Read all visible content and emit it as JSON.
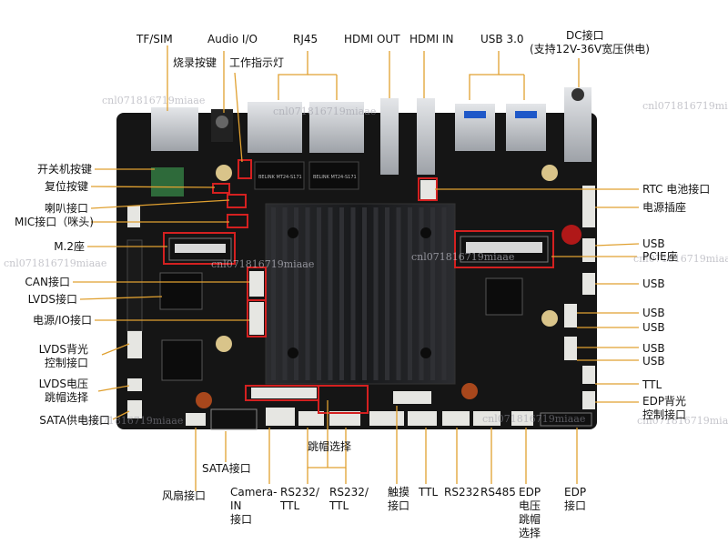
{
  "labels": {
    "tf_sim": "TF/SIM",
    "burn_key": "烧录按键",
    "audio_io": "Audio I/O",
    "work_led": "工作指示灯",
    "rj45": "RJ45",
    "hdmi_out": "HDMI OUT",
    "hdmi_in": "HDMI IN",
    "usb30": "USB 3.0",
    "dc_line1": "DC接口",
    "dc_line2": "(支持12V-36V宽压供电)",
    "power_key": "开关机按键",
    "reset_key": "复位按键",
    "speaker": "喇叭接口",
    "mic": "MIC接口（咪头)",
    "m2": "M.2座",
    "can": "CAN接口",
    "lvds": "LVDS接口",
    "power_io": "电源/IO接口",
    "lvds_bl_1": "LVDS背光",
    "lvds_bl_2": "控制接口",
    "lvds_v_1": "LVDS电压",
    "lvds_v_2": "跳帽选择",
    "sata_power": "SATA供电接口",
    "rtc": "RTC 电池接口",
    "power_socket": "电源插座",
    "usb_1": "USB",
    "pcie": "PCIE座",
    "usb_2": "USB",
    "usb_3": "USB",
    "usb_4": "USB",
    "usb_5": "USB",
    "usb_6": "USB",
    "ttl_right": "TTL",
    "edp_bl_1": "EDP背光",
    "edp_bl_2": "控制接口",
    "jumper_sel": "跳帽选择",
    "sata": "SATA接口",
    "fan": "风扇接口",
    "camera_1": "Camera-",
    "camera_2": "IN",
    "camera_3": "接口",
    "rs232ttl_a_1": "RS232/",
    "rs232ttl_a_2": "TTL",
    "rs232ttl_b_1": "RS232/",
    "rs232ttl_b_2": "TTL",
    "touch_1": "触摸",
    "touch_2": "接口",
    "ttl_bottom": "TTL",
    "rs232": "RS232",
    "rs485": "RS485",
    "edp_v_1": "EDP",
    "edp_v_2": "电压",
    "edp_v_3": "跳帽",
    "edp_v_4": "选择",
    "edp_1": "EDP",
    "edp_2": "接口"
  },
  "watermark": "cnl071816719miaae",
  "chip_text": "BELINK MT24-S171",
  "colors": {
    "pcb": "#141414",
    "heatsink": "#1e1f22",
    "highlight_box": "#d42020",
    "leader_line": "#e0a030",
    "connector_white": "#e6e6e2",
    "metal": "#c5c8cc",
    "usb_blue": "#1f58c8"
  }
}
